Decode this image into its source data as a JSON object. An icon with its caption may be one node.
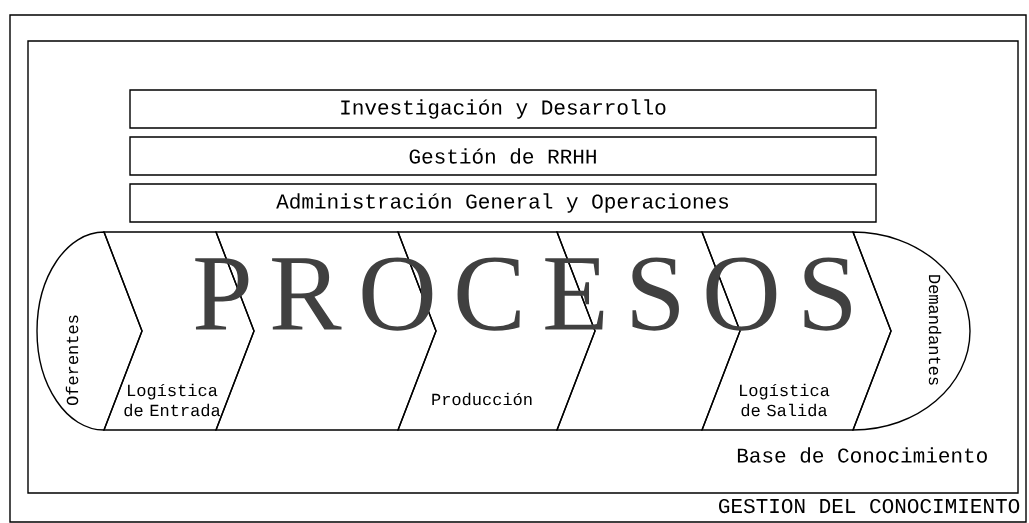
{
  "diagram": {
    "nodes": [
      {
        "text": [
          "GESTION DEL CONOCIMIENTO"
        ]
      },
      {
        "text": [
          "Base de Conocimiento"
        ],
        "in": 0
      },
      {
        "text": [
          "Investigación y Desarrollo"
        ],
        "in": 1
      },
      {
        "text": [
          "Gestión de RRHH"
        ],
        "in": 1
      },
      {
        "text": [
          "Administración General y Operaciones"
        ],
        "in": 1
      },
      {
        "text": [
          "Oferentes"
        ],
        "in": 1
      },
      {
        "text": [
          "Logística de Entrada"
        ],
        "in": 1
      },
      {
        "text": [],
        "shape": "chevron",
        "in": 1
      },
      {
        "text": [
          "Producción"
        ],
        "in": 1
      },
      {
        "text": [],
        "shape": "chevron",
        "in": 1
      },
      {
        "text": [
          "Logística de Salida"
        ],
        "in": 1
      },
      {
        "text": [
          "Demandantes"
        ],
        "in": 1
      }
    ],
    "labels": [
      "PROCESOS"
    ]
  }
}
